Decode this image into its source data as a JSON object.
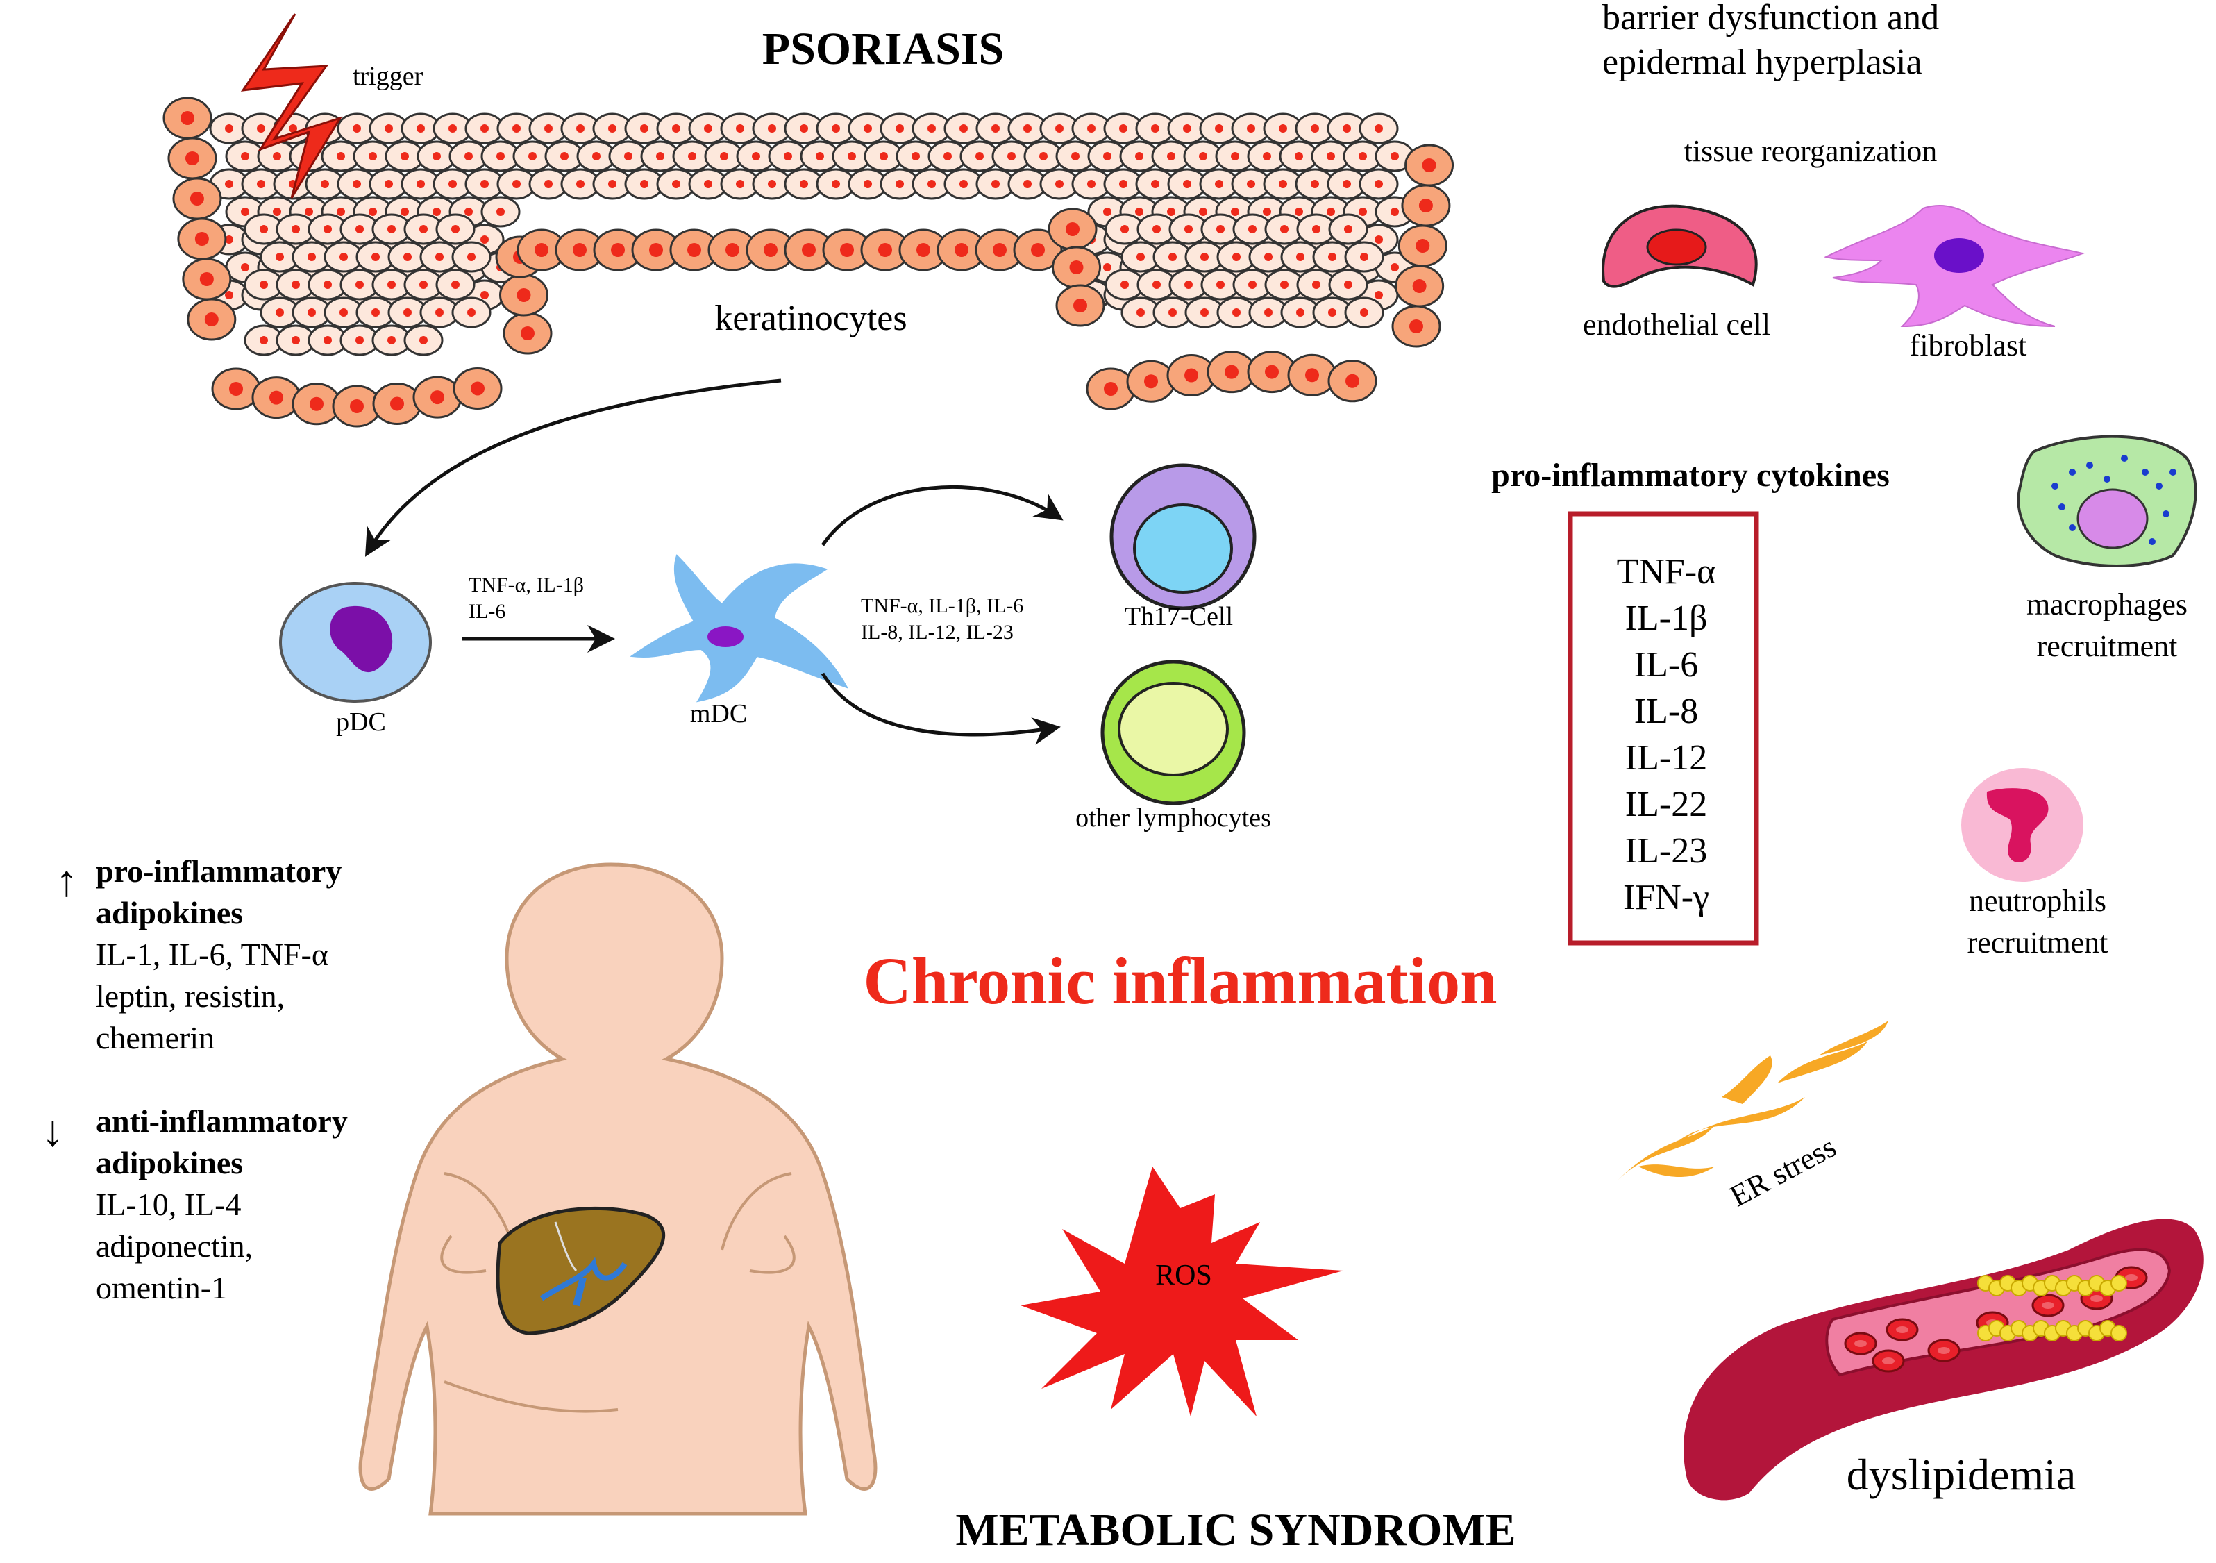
{
  "title": "PSORIASIS",
  "bottom_title": "METABOLIC SYNDROME",
  "center_label": "Chronic inflammation",
  "trigger": "trigger",
  "keratinocytes": "keratinocytes",
  "barrier": {
    "line1": "barrier dysfunction and",
    "line2": "epidermal hyperplasia"
  },
  "tissue_reorganization": "tissue reorganization",
  "cells": {
    "endothelial": "endothelial cell",
    "fibroblast": "fibroblast",
    "pdc": "pDC",
    "mdc": "mDC",
    "th17": "Th17-Cell",
    "other_lymph": "other lymphocytes"
  },
  "pdc_to_mdc": {
    "line1": "TNF-α, IL-1β",
    "line2": "IL-6"
  },
  "mdc_to_t": {
    "line1": "TNF-α, IL-1β, IL-6",
    "line2": "IL-8, IL-12, IL-23"
  },
  "cytokines": {
    "heading": "pro-inflammatory cytokines",
    "items": [
      "TNF-α",
      "IL-1β",
      "IL-6",
      "IL-8",
      "IL-12",
      "IL-22",
      "IL-23",
      "IFN-γ"
    ]
  },
  "macrophages": {
    "line1": "macrophages",
    "line2": "recruitment"
  },
  "neutrophils": {
    "line1": "neutrophils",
    "line2": "recruitment"
  },
  "adipokines": {
    "up_arrow": "↑",
    "pro_head1": "pro-inflammatory",
    "pro_head2": "adipokines",
    "pro_lines": [
      "IL-1, IL-6, TNF-α",
      "leptin, resistin,",
      "chemerin"
    ],
    "down_arrow": "↓",
    "anti_head1": "anti-inflammatory",
    "anti_head2": "adipokines",
    "anti_lines": [
      "IL-10, IL-4",
      "adiponectin,",
      "omentin-1"
    ]
  },
  "ros": "ROS",
  "er_stress": "ER stress",
  "dyslipidemia": "dyslipidemia",
  "colors": {
    "keratinocyte_fill": "#f7a57a",
    "keratinocyte_light": "#fde8dc",
    "nucleus": "#ee2a1b",
    "chronic_red": "#ee2a1b",
    "cytokine_box": "#b81d2a",
    "body_skin": "#f9d2bd",
    "body_outline": "#c69876"
  }
}
